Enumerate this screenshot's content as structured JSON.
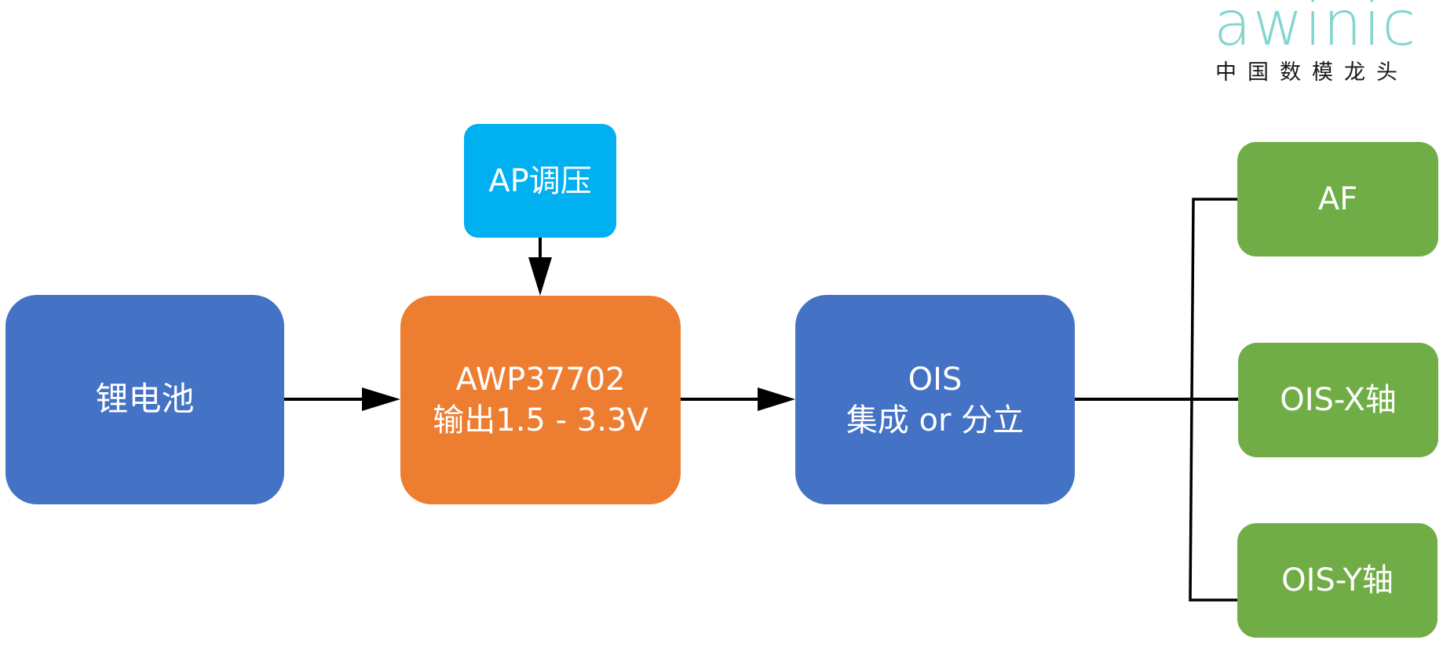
{
  "logo": {
    "wordmark": "awinic",
    "tagline": "中国数模龙头",
    "wordmark_color": "#82d6d0",
    "tagline_color": "#1a1a1a"
  },
  "colors": {
    "battery": "#4472c4",
    "ap": "#00b0f0",
    "chip": "#ed7d31",
    "ois": "#4472c4",
    "actuator": "#70ad47",
    "connector": "#000000"
  },
  "nodes": {
    "battery": {
      "lines": [
        "锂电池"
      ]
    },
    "ap": {
      "lines": [
        "AP调压"
      ]
    },
    "chip": {
      "lines": [
        "AWP37702",
        "输出1.5 - 3.3V"
      ]
    },
    "ois": {
      "lines": [
        "OIS",
        "集成 or 分立"
      ]
    },
    "af": {
      "lines": [
        "AF"
      ]
    },
    "oisx": {
      "lines": [
        "OIS-X轴"
      ]
    },
    "oisy": {
      "lines": [
        "OIS-Y轴"
      ]
    }
  },
  "edges": [
    {
      "from": "battery",
      "to": "chip",
      "type": "arrow"
    },
    {
      "from": "ap",
      "to": "chip",
      "type": "arrow"
    },
    {
      "from": "chip",
      "to": "ois",
      "type": "arrow"
    },
    {
      "from": "ois",
      "to": "af",
      "type": "line"
    },
    {
      "from": "ois",
      "to": "oisx",
      "type": "line"
    },
    {
      "from": "ois",
      "to": "oisy",
      "type": "line"
    }
  ]
}
